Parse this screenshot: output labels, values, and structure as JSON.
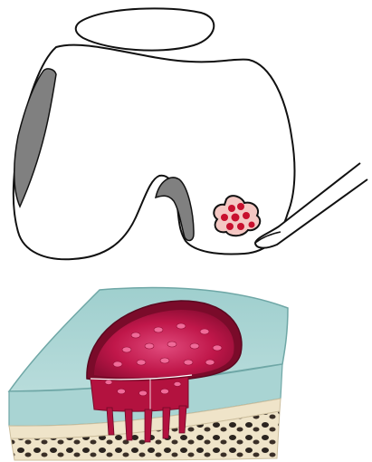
{
  "figure": {
    "panels": [
      {
        "id": "knee-schematic",
        "shapes": [
          "patella-outline",
          "femoral-condyles-outline",
          "lateral-condyle-shading",
          "intercondylar-notch-shading",
          "cartilage-lesion-cluster",
          "surgical-instrument"
        ]
      },
      {
        "id": "cartilage-block-cutaway",
        "shapes": [
          "cartilage-layer",
          "subchondral-bone",
          "cancellous-bone",
          "defect-well",
          "repair-tissue",
          "marrow-channels",
          "cut-line"
        ]
      }
    ]
  },
  "colors": {
    "outline": "#111111",
    "shading_gray": "#808080",
    "lesion_red": "#c8102e",
    "lesion_fill": "#f4c7c3",
    "cartilage_teal": "#a9d4d3",
    "cartilage_teal_dark": "#86bcbb",
    "bone_cream": "#efe4c9",
    "bone_dark": "#2b241f",
    "repair_crimson": "#b3123f",
    "repair_pink": "#e04a7c"
  }
}
